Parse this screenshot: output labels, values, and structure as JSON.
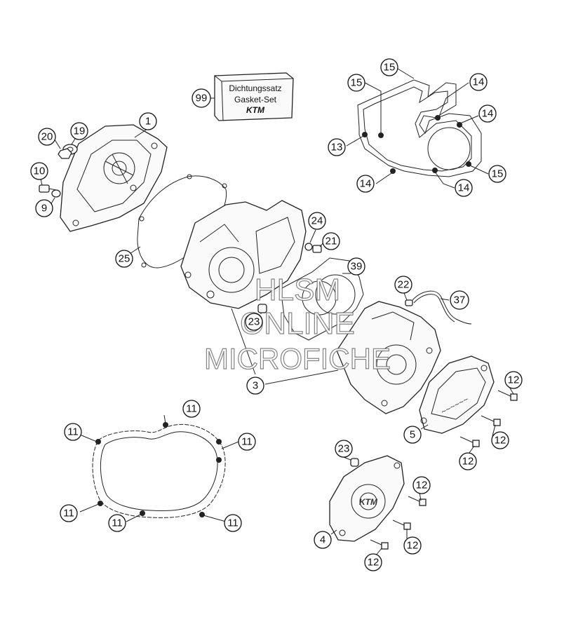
{
  "kit": {
    "line1": "Dichtungssatz",
    "line2": "Gasket-Set",
    "brand": "KTM"
  },
  "watermark": {
    "line1": "HLSM",
    "line2": "ONLINE",
    "line3": "MICROFICHE"
  },
  "callouts": {
    "c1": "1",
    "c3": "3",
    "c4": "4",
    "c5": "5",
    "c9": "9",
    "c10": "10",
    "c11": "11",
    "c12": "12",
    "c13": "13",
    "c14": "14",
    "c15": "15",
    "c19": "19",
    "c20": "20",
    "c21": "21",
    "c22": "22",
    "c23": "23",
    "c24": "24",
    "c25": "25",
    "c37": "37",
    "c39": "39",
    "c99": "99"
  }
}
